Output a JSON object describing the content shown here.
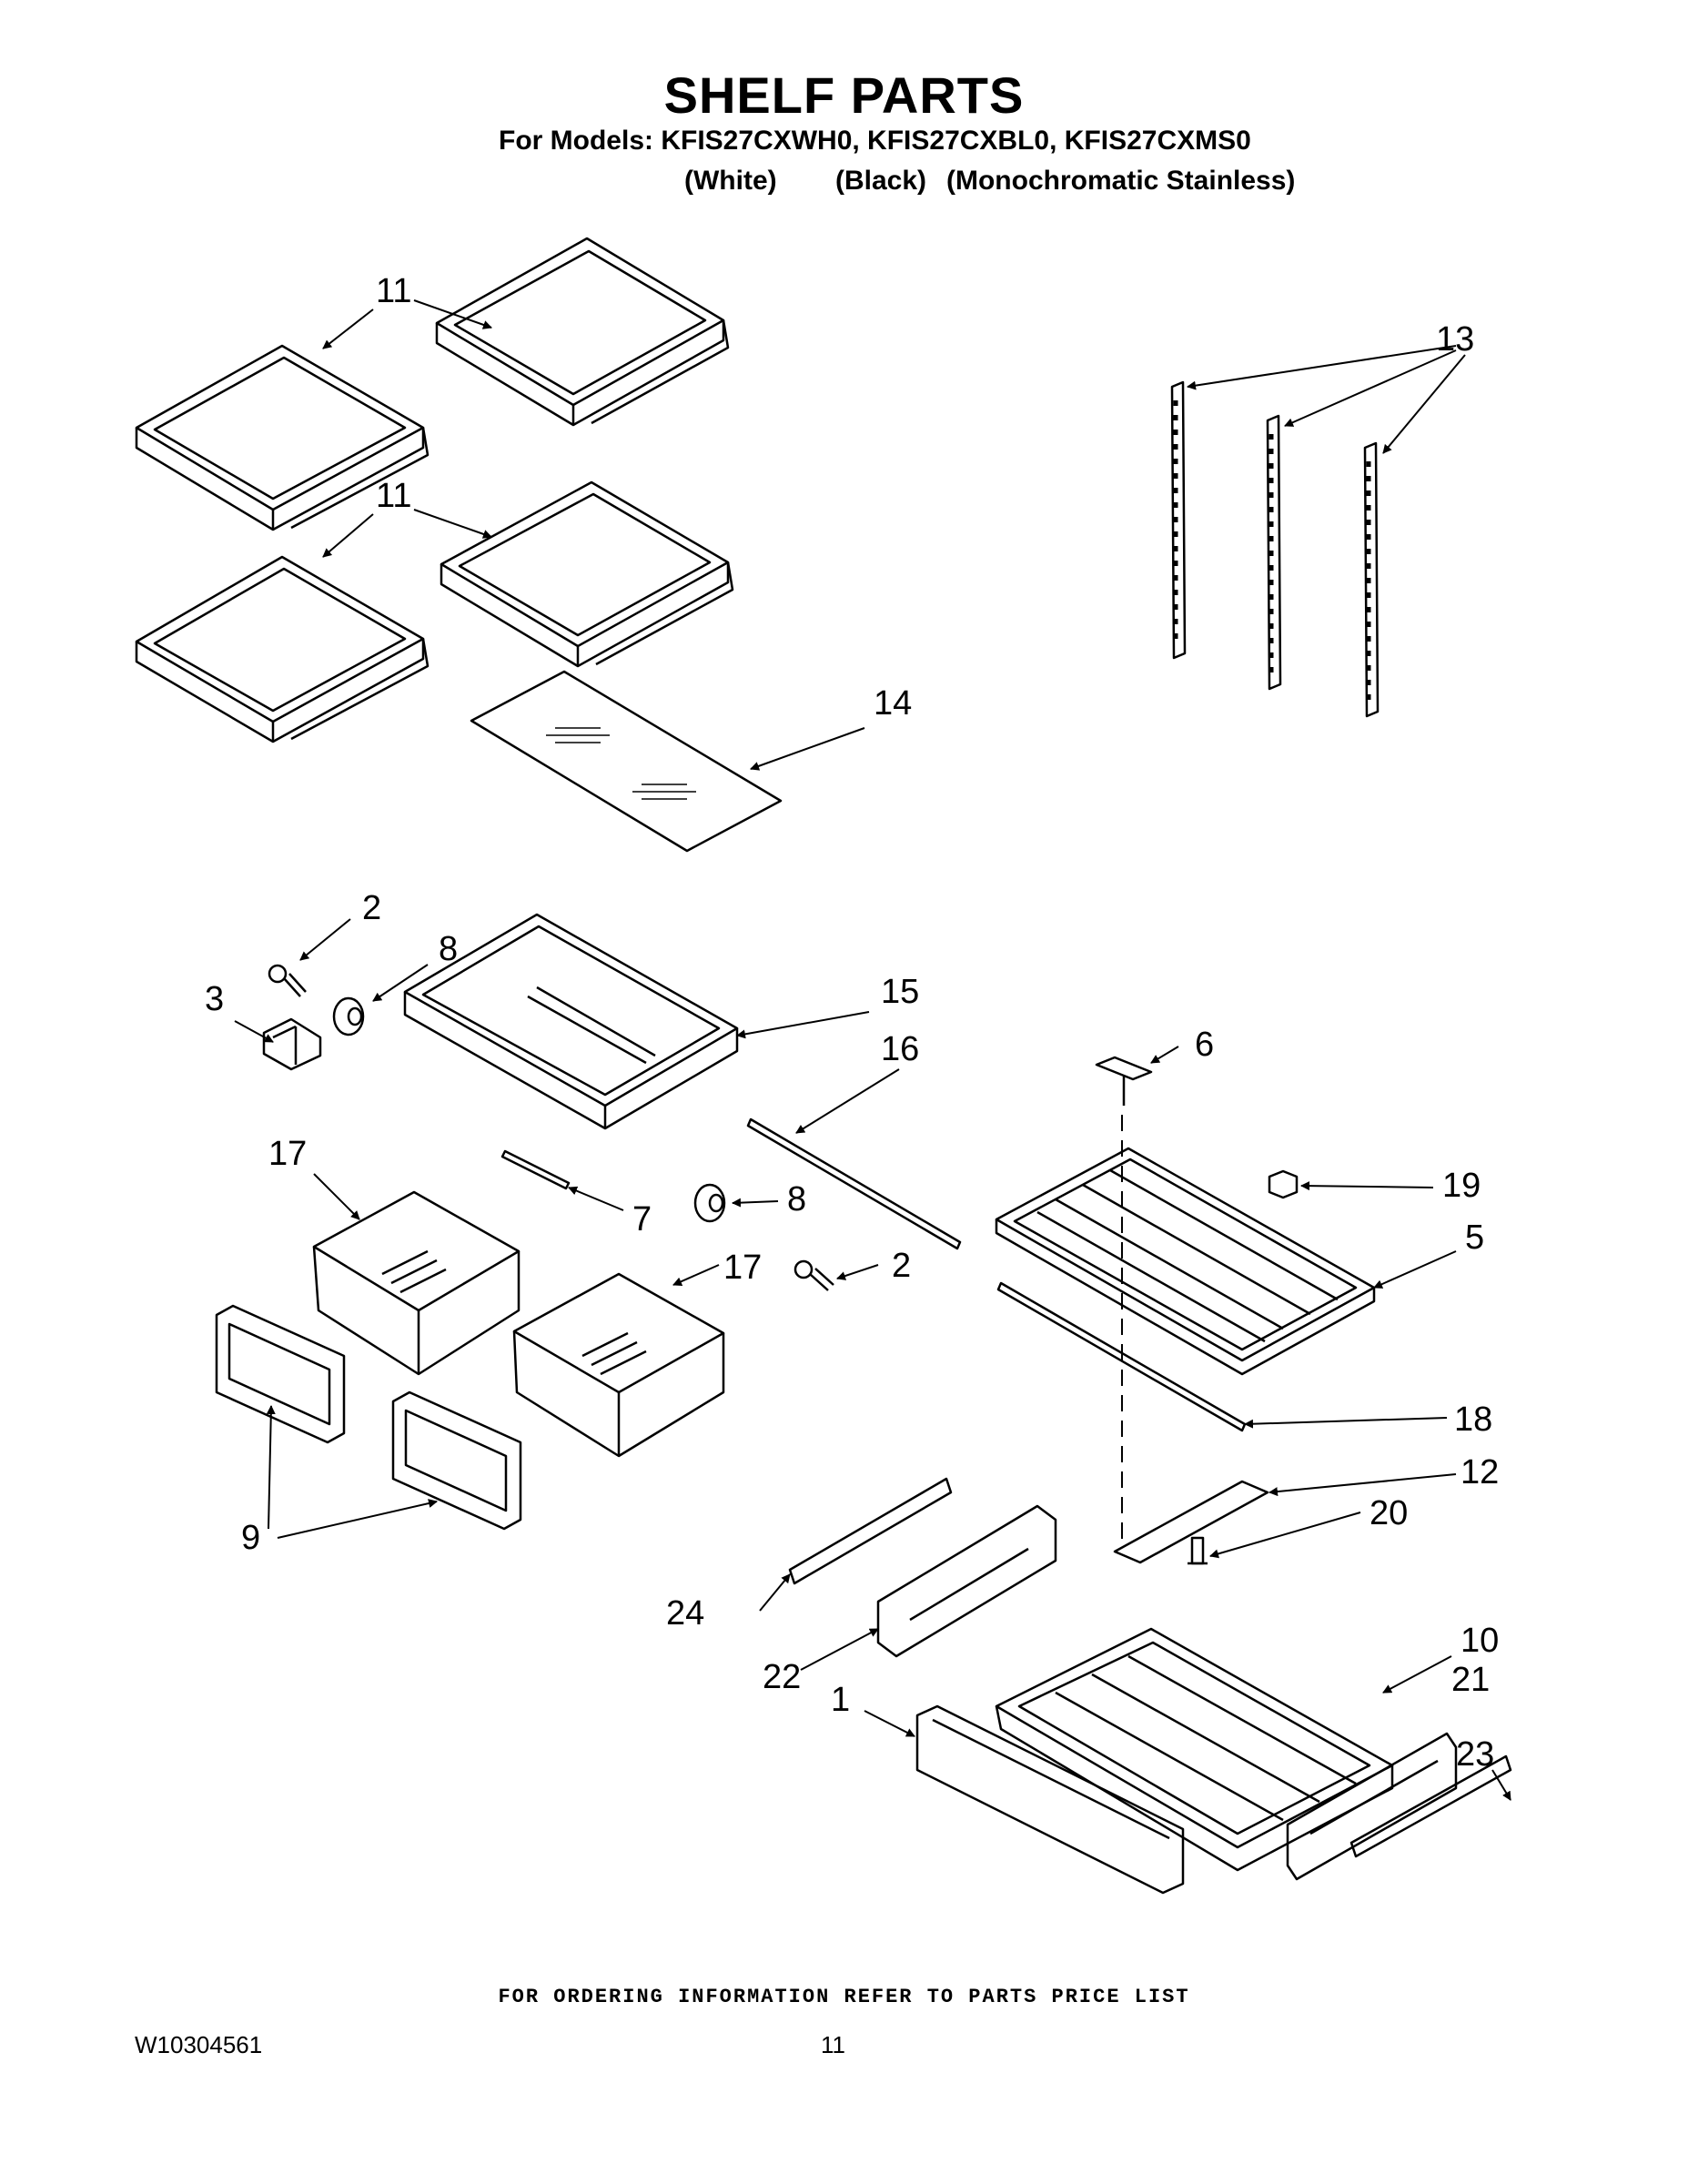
{
  "header": {
    "title": "SHELF PARTS",
    "models_line": "For Models: KFIS27CXWH0, KFIS27CXBL0, KFIS27CXMS0",
    "colors": [
      "(White)",
      "(Black)",
      "(Monochromatic Stainless)"
    ]
  },
  "labels": {
    "l11a": "11",
    "l11b": "11",
    "l13": "13",
    "l14": "14",
    "l2a": "2",
    "l8a": "8",
    "l3": "3",
    "l15": "15",
    "l16": "16",
    "l6": "6",
    "l17a": "17",
    "l7": "7",
    "l8b": "8",
    "l19": "19",
    "l5": "5",
    "l17b": "17",
    "l2b": "2",
    "l18": "18",
    "l12": "12",
    "l20": "20",
    "l9": "9",
    "l24": "24",
    "l10": "10",
    "l21": "21",
    "l22": "22",
    "l1": "1",
    "l23": "23"
  },
  "footer": {
    "ordering": "FOR ORDERING INFORMATION REFER TO PARTS PRICE LIST",
    "doc_number": "W10304561",
    "page": "11"
  }
}
